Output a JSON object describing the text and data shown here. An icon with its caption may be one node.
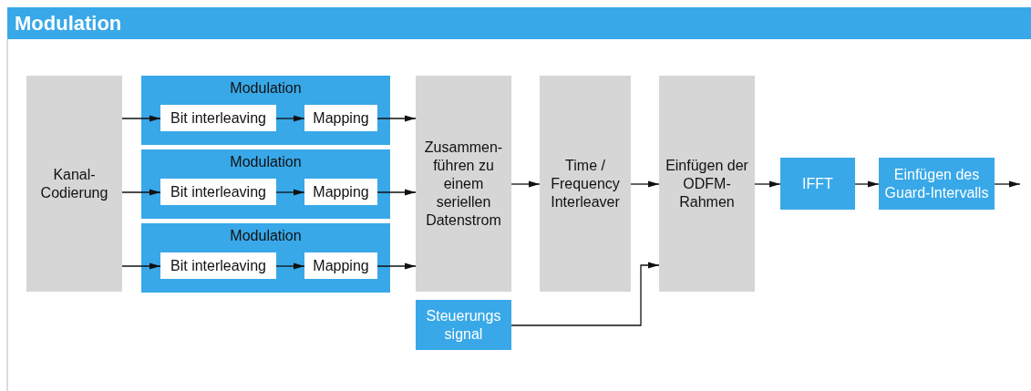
{
  "diagram": {
    "title": "Modulation",
    "nodes": [
      {
        "text": [
          "Kanal- Codierung"
        ]
      },
      {
        "text": [
          "Modulation"
        ]
      },
      {
        "text": [
          "Bit interleaving"
        ],
        "in": 1
      },
      {
        "text": [
          "Mapping"
        ],
        "in": 1
      },
      {
        "text": [
          "Modulation"
        ]
      },
      {
        "text": [
          "Bit interleaving"
        ],
        "in": 4
      },
      {
        "text": [
          "Mapping"
        ],
        "in": 4
      },
      {
        "text": [
          "Modulation"
        ]
      },
      {
        "text": [
          "Bit interleaving"
        ],
        "in": 7
      },
      {
        "text": [
          "Mapping"
        ],
        "in": 7
      },
      {
        "text": [
          "Zusammen- führen zu einem seriellen Datenstrom"
        ]
      },
      {
        "text": [
          "Time / Frequency Interleaver"
        ]
      },
      {
        "text": [
          "Einfügen der ODFM- Rahmen"
        ]
      },
      {
        "text": [
          "IFFT"
        ]
      },
      {
        "text": [
          "Einfügen des Guard-Intervalls"
        ]
      },
      {
        "text": [
          "Steuerungs signal"
        ]
      }
    ],
    "edges": [
      {
        "from": 0,
        "to": 2,
        "arrow": "to"
      },
      {
        "from": 0,
        "to": 5,
        "arrow": "to"
      },
      {
        "from": 0,
        "to": 8,
        "arrow": "to"
      },
      {
        "from": 2,
        "to": 3,
        "arrow": "to"
      },
      {
        "from": 5,
        "to": 6,
        "arrow": "to"
      },
      {
        "from": 8,
        "to": 9,
        "arrow": "to"
      },
      {
        "from": 3,
        "to": 10,
        "arrow": "to"
      },
      {
        "from": 6,
        "to": 10,
        "arrow": "to"
      },
      {
        "from": 9,
        "to": 10,
        "arrow": "to"
      },
      {
        "from": 10,
        "to": 11,
        "arrow": "to"
      },
      {
        "from": 11,
        "to": 12,
        "arrow": "to"
      },
      {
        "from": 12,
        "to": 13,
        "arrow": "to"
      },
      {
        "from": 13,
        "to": 14,
        "arrow": "to"
      },
      {
        "from": 14,
        "to": null,
        "arrow": "to"
      },
      {
        "from": 15,
        "to": 12,
        "arrow": "to"
      }
    ]
  }
}
